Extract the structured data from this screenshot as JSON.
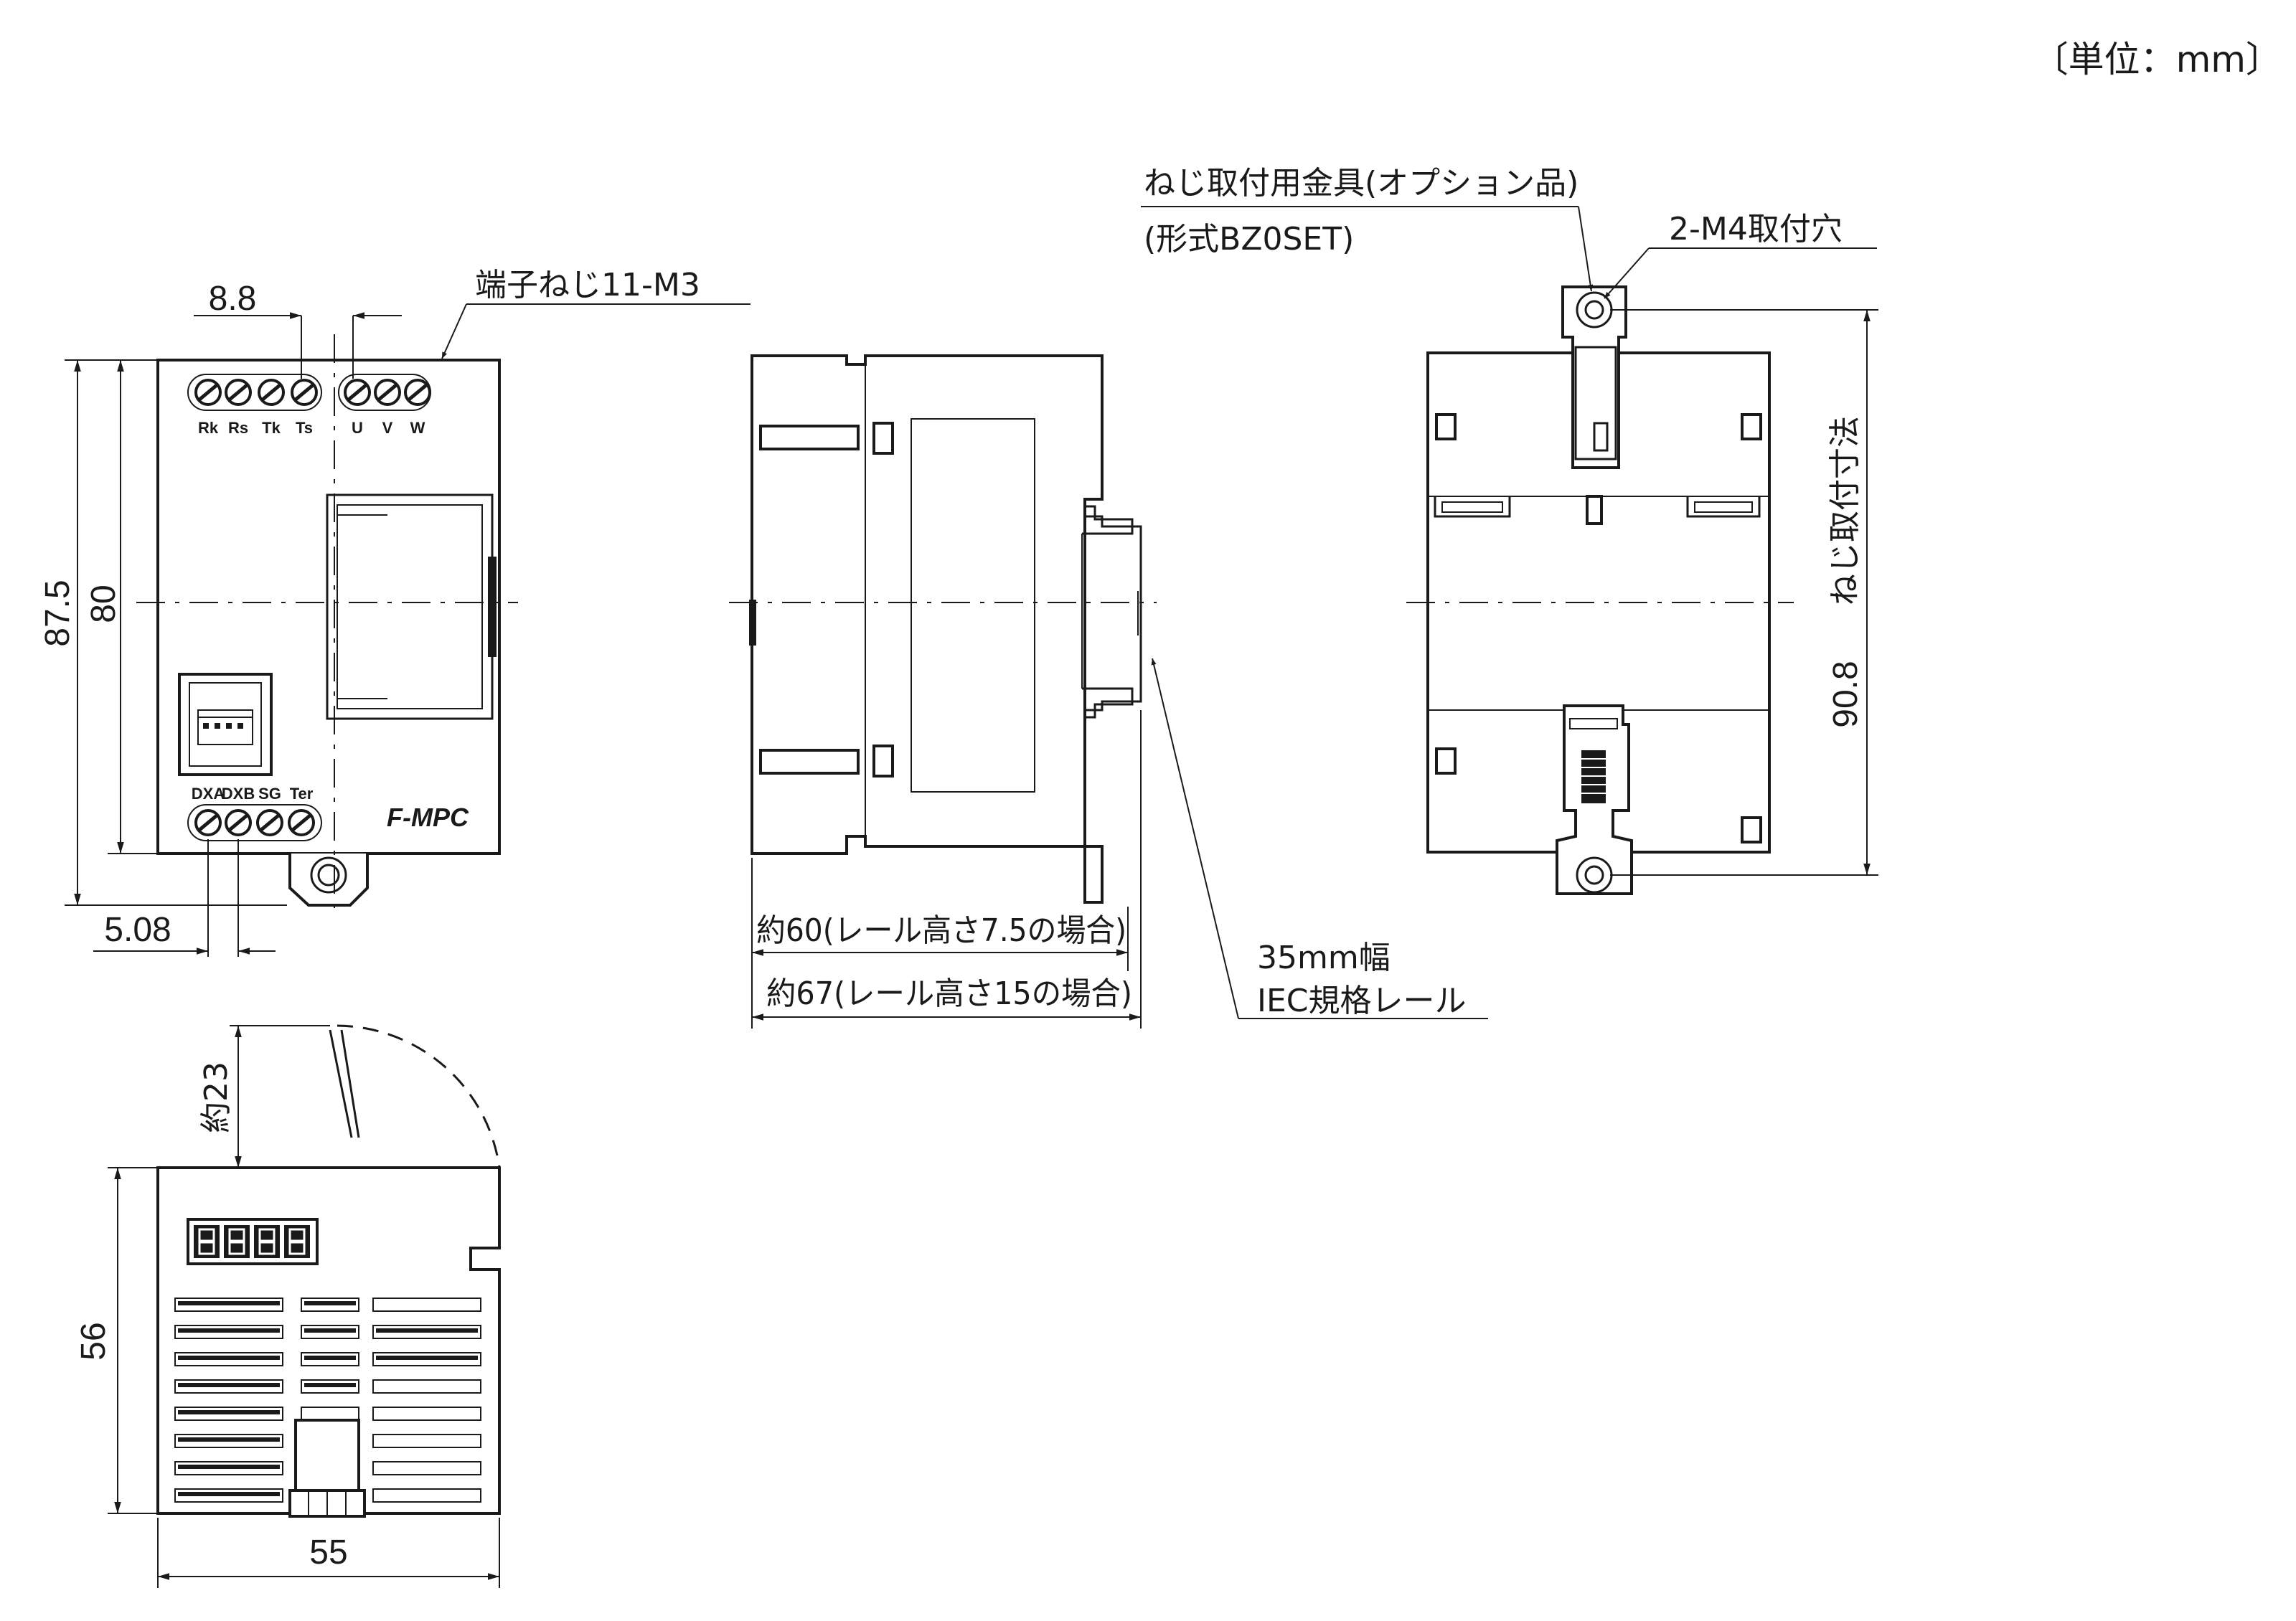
{
  "unit_note": "〔単位：mm〕",
  "front_view": {
    "dims": {
      "height_total": "87.5",
      "height_body": "80",
      "pitch": "8.8",
      "offset": "5.08"
    },
    "terminal_label": "端子ねじ11-M3",
    "top_terminals": [
      "Rk",
      "Rs",
      "Tk",
      "Ts",
      "U",
      "V",
      "W"
    ],
    "bottom_terminals": [
      "DXA",
      "DXB",
      "SG",
      "Ter"
    ],
    "brand": "F-MPC"
  },
  "side_view": {
    "dim_rail_75": "約60(レール高さ7.5の場合)",
    "dim_rail_15": "約67(レール高さ15の場合)",
    "rail_label_line1": "35mm幅",
    "rail_label_line2": "IEC規格レール"
  },
  "rear_view": {
    "bracket_line1": "ねじ取付用金具(オプション品)",
    "bracket_line2": "(形式BZ0SET)",
    "hole_label": "2-M4取付穴",
    "mount_dim": "90.8",
    "mount_dim_label": "ねじ取付寸法"
  },
  "top_view": {
    "cover_swing": "約23",
    "depth": "56",
    "width": "55"
  }
}
